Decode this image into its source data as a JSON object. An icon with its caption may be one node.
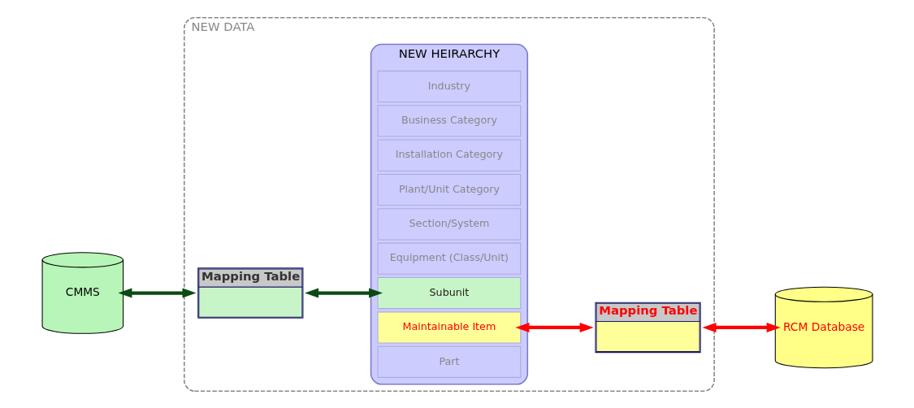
{
  "diagram": {
    "nodes": [
      {
        "text": [
          "NEW DATA"
        ]
      },
      {
        "text": [
          "CMMS"
        ]
      },
      {
        "text": [
          "Mapping Table"
        ],
        "in": 0
      },
      {
        "text": [
          "NEW HEIRARCHY"
        ],
        "in": 0
      },
      {
        "text": [
          "Industry"
        ],
        "in": 3
      },
      {
        "text": [
          "Business Category"
        ],
        "in": 3
      },
      {
        "text": [
          "Installation Category"
        ],
        "in": 3
      },
      {
        "text": [
          "Plant/Unit Category"
        ],
        "in": 3
      },
      {
        "text": [
          "Section/System"
        ],
        "in": 3
      },
      {
        "text": [
          "Equipment (Class/Unit)"
        ],
        "in": 3
      },
      {
        "text": [
          "Subunit"
        ],
        "in": 3
      },
      {
        "text": [
          "Maintainable Item"
        ],
        "in": 3
      },
      {
        "text": [
          "Part"
        ],
        "in": 3
      },
      {
        "text": [
          "Mapping Table"
        ],
        "in": 0
      },
      {
        "text": [
          "RCM Database"
        ]
      }
    ],
    "edges": [
      {
        "from": 1,
        "to": 2,
        "arrow": "both",
        "color": "#0b4a12"
      },
      {
        "from": 2,
        "to": 10,
        "arrow": "both",
        "color": "#0b4a12"
      },
      {
        "from": 11,
        "to": 13,
        "arrow": "both",
        "color": "#ff0000"
      },
      {
        "from": 13,
        "to": 14,
        "arrow": "both",
        "color": "#ff0000"
      }
    ]
  }
}
